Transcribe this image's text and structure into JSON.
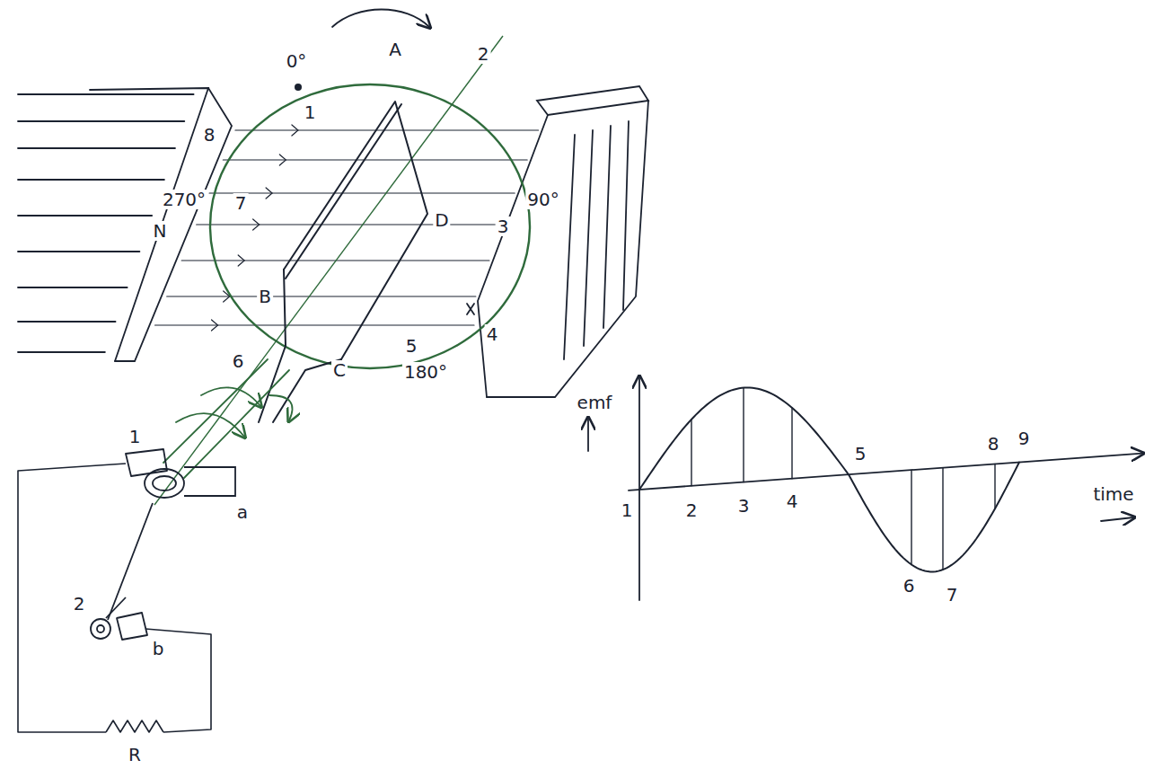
{
  "diagram": {
    "labels": [
      "0°",
      "A",
      "2",
      "1",
      "8",
      "270°",
      "7",
      "N",
      "D",
      "3",
      "90°",
      "B",
      "4",
      "C",
      "5",
      "180°",
      "6",
      "1",
      "a",
      "2",
      "b",
      "R",
      "emf",
      "1",
      "2",
      "3",
      "4",
      "5",
      "6",
      "7",
      "8",
      "9",
      "time"
    ]
  }
}
